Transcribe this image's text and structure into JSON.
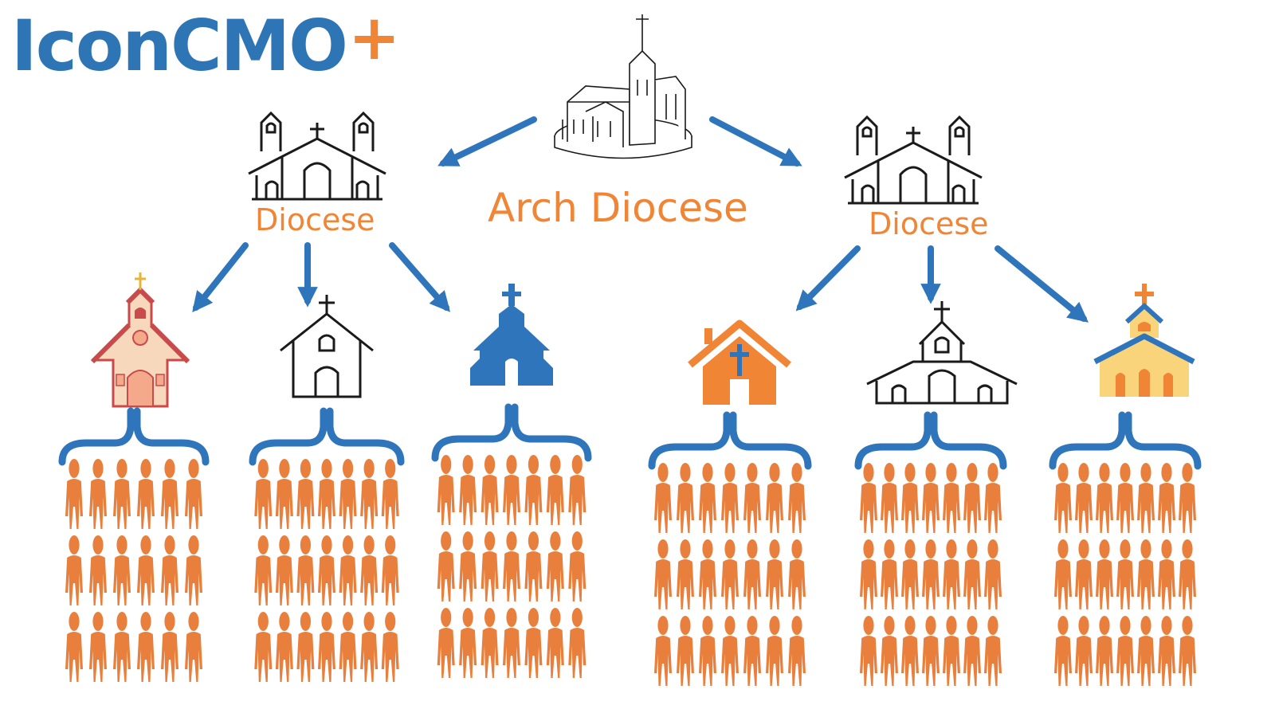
{
  "logo": {
    "text": "IconCMO",
    "plus": "+"
  },
  "labels": {
    "arch_diocese": "Arch Diocese",
    "diocese_left": "Diocese",
    "diocese_right": "Diocese"
  },
  "colors": {
    "logo_blue": "#2e75b6",
    "accent_orange": "#f08535",
    "arrow_blue": "#2f75bb",
    "person_orange": "#e97f3c",
    "church_red": "#c94a4a",
    "church_peach": "#f8d8bd",
    "church_yellow": "#fad47a",
    "outline_black": "#1a1a1a"
  },
  "icons": [
    "cathedral-sketch-icon",
    "twin-tower-church-icon",
    "brick-chapel-icon",
    "outline-chapel-icon",
    "blue-church-icon",
    "orange-house-church-icon",
    "outline-wide-church-icon",
    "yellow-church-icon",
    "curly-brace-icon",
    "person-icon"
  ]
}
